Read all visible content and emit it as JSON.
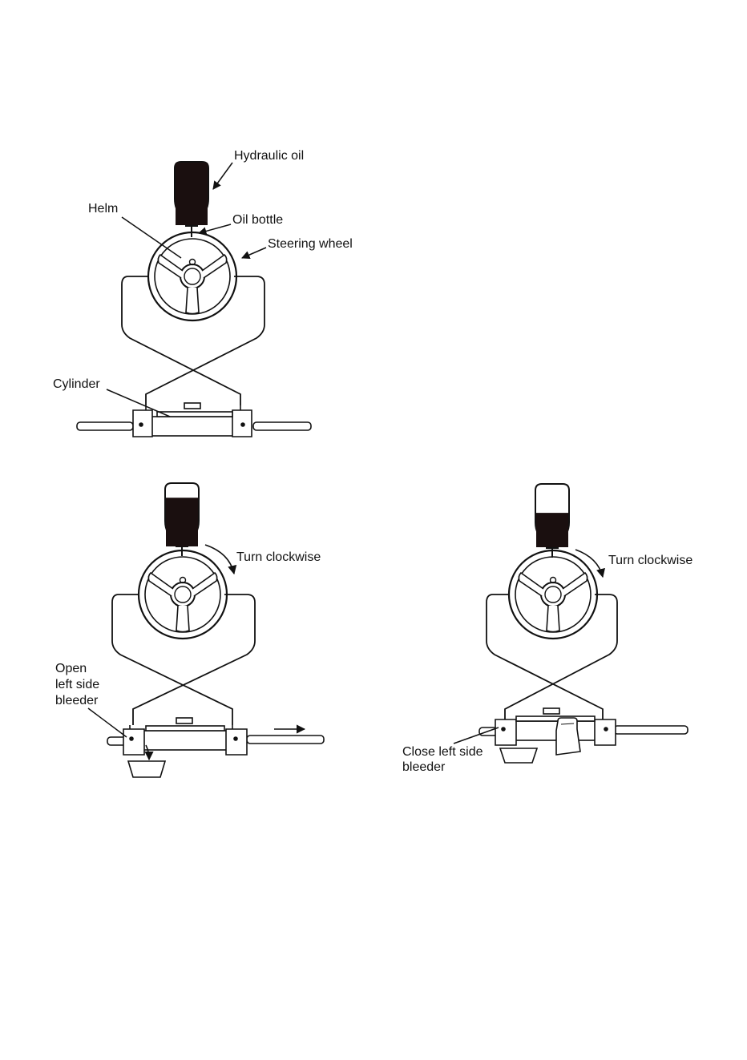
{
  "labels": {
    "hydraulic_oil": "Hydraulic oil",
    "helm": "Helm",
    "oil_bottle": "Oil bottle",
    "steering_wheel": "Steering wheel",
    "cylinder": "Cylinder",
    "turn_clockwise_a": "Turn clockwise",
    "open_line1": "Open",
    "open_line2": "left side",
    "open_line3": "bleeder",
    "turn_clockwise_b": "Turn clockwise",
    "close_line1": "Close left side",
    "close_line2": "bleeder"
  },
  "bottles": {
    "fig1_oil_level": 1.0,
    "fig2_oil_level": 0.78,
    "fig3_oil_level": 0.55
  },
  "colors": {
    "ink": "#111111",
    "oil": "#1a0f0f",
    "paper": "#ffffff"
  }
}
